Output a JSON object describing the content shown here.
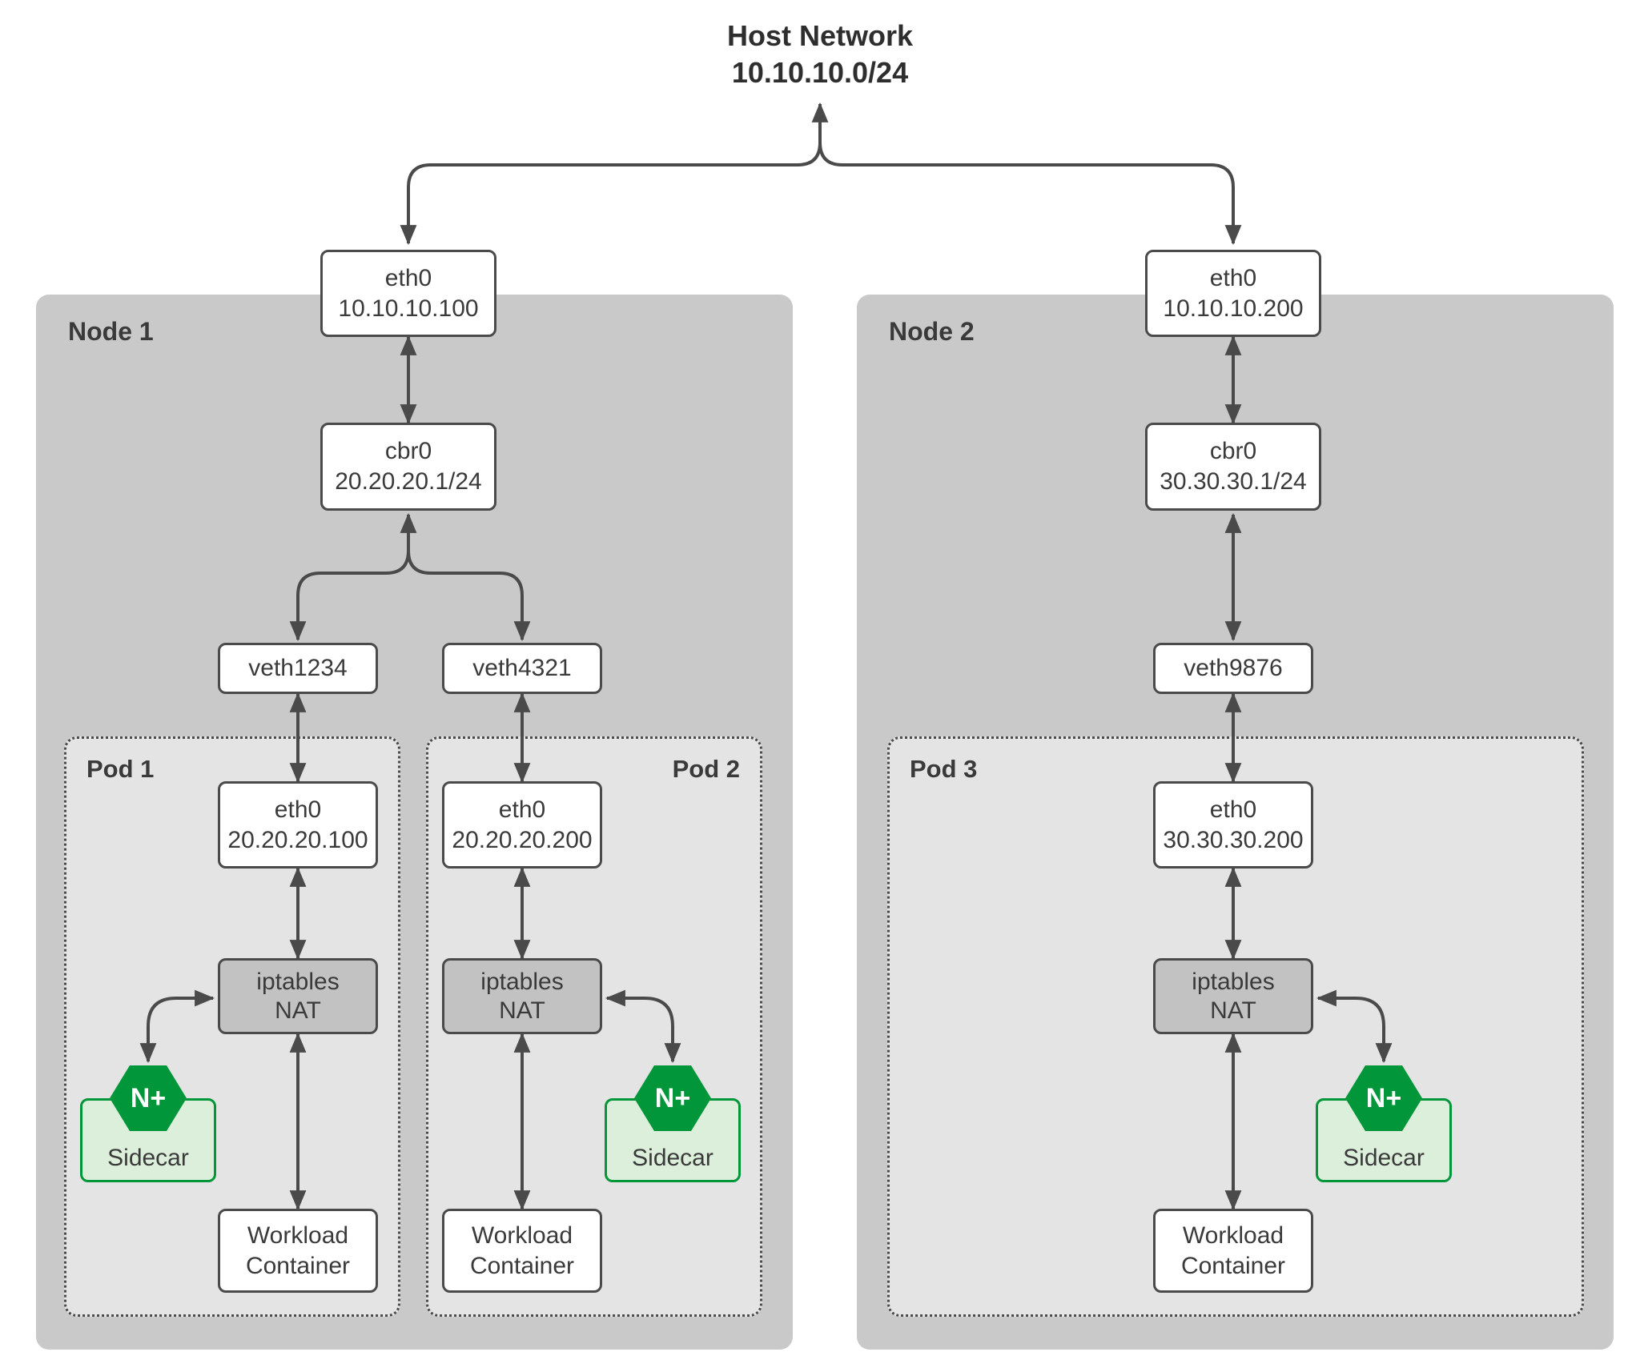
{
  "host_network": {
    "title": "Host Network",
    "subnet": "10.10.10.0/24"
  },
  "nodes": [
    {
      "label": "Node 1",
      "eth0": {
        "name": "eth0",
        "ip": "10.10.10.100"
      },
      "bridge": {
        "name": "cbr0",
        "subnet": "20.20.20.1/24"
      },
      "pods": [
        {
          "label": "Pod 1",
          "veth": "veth1234",
          "eth0": {
            "name": "eth0",
            "ip": "20.20.20.100"
          },
          "nat": {
            "line1": "iptables",
            "line2": "NAT"
          },
          "sidecar": {
            "badge": "N+",
            "label": "Sidecar"
          },
          "workload": {
            "line1": "Workload",
            "line2": "Container"
          }
        },
        {
          "label": "Pod 2",
          "veth": "veth4321",
          "eth0": {
            "name": "eth0",
            "ip": "20.20.20.200"
          },
          "nat": {
            "line1": "iptables",
            "line2": "NAT"
          },
          "sidecar": {
            "badge": "N+",
            "label": "Sidecar"
          },
          "workload": {
            "line1": "Workload",
            "line2": "Container"
          }
        }
      ]
    },
    {
      "label": "Node 2",
      "eth0": {
        "name": "eth0",
        "ip": "10.10.10.200"
      },
      "bridge": {
        "name": "cbr0",
        "subnet": "30.30.30.1/24"
      },
      "pods": [
        {
          "label": "Pod 3",
          "veth": "veth9876",
          "eth0": {
            "name": "eth0",
            "ip": "30.30.30.200"
          },
          "nat": {
            "line1": "iptables",
            "line2": "NAT"
          },
          "sidecar": {
            "badge": "N+",
            "label": "Sidecar"
          },
          "workload": {
            "line1": "Workload",
            "line2": "Container"
          }
        }
      ]
    }
  ],
  "colors": {
    "nginx_green": "#009639",
    "sidecar_bg": "#dcefdb",
    "arrow": "#4a4a4a",
    "node_bg": "#c9c9c9",
    "pod_bg": "#e4e4e4",
    "nat_bg": "#c2c2c2",
    "box_border": "#4a4a4a",
    "text": "#3a3a3a"
  }
}
